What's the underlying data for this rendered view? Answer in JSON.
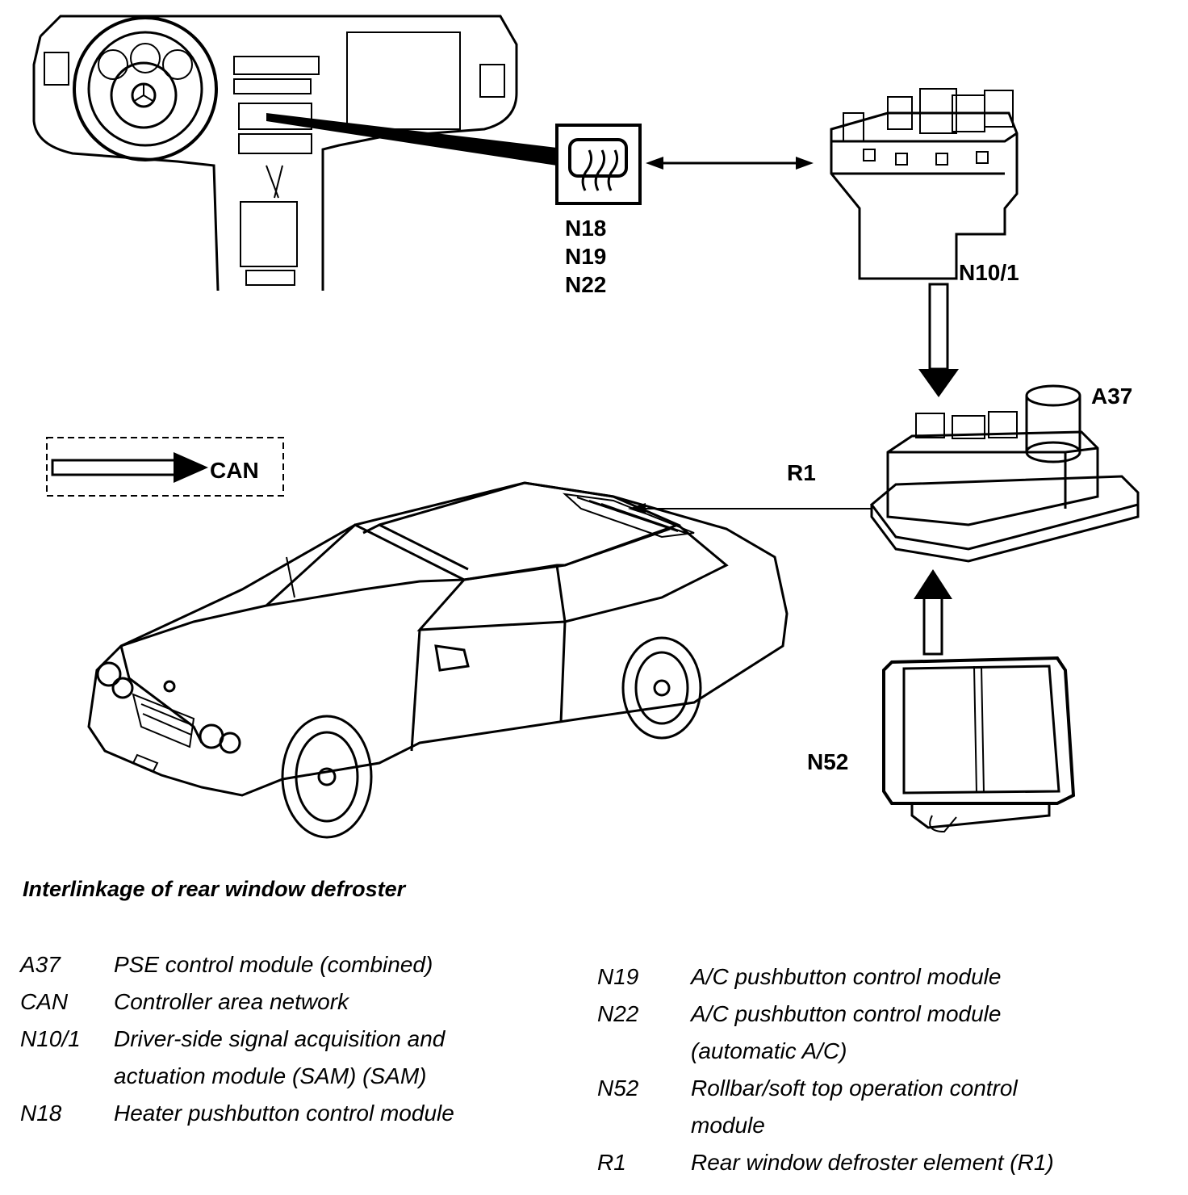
{
  "labels": {
    "n18": "N18",
    "n19": "N19",
    "n22": "N22",
    "n10_1": "N10/1",
    "a37": "A37",
    "r1": "R1",
    "n52": "N52",
    "can": "CAN"
  },
  "title": "Interlinkage of rear window defroster",
  "legend_left": [
    {
      "code": "A37",
      "desc": "PSE control module (combined)"
    },
    {
      "code": "CAN",
      "desc": "Controller area network"
    },
    {
      "code": "N10/1",
      "desc": "Driver-side signal acquisition and"
    },
    {
      "code": "",
      "desc": "actuation module (SAM) (SAM)"
    },
    {
      "code": "N18",
      "desc": "Heater pushbutton control module"
    }
  ],
  "legend_right": [
    {
      "code": "N19",
      "desc": "A/C pushbutton control module"
    },
    {
      "code": "N22",
      "desc": "A/C pushbutton control module"
    },
    {
      "code": "",
      "desc": "(automatic A/C)"
    },
    {
      "code": "N52",
      "desc": "Rollbar/soft top operation control"
    },
    {
      "code": "",
      "desc": "module"
    },
    {
      "code": "R1",
      "desc": "Rear window defroster element (R1)"
    }
  ]
}
